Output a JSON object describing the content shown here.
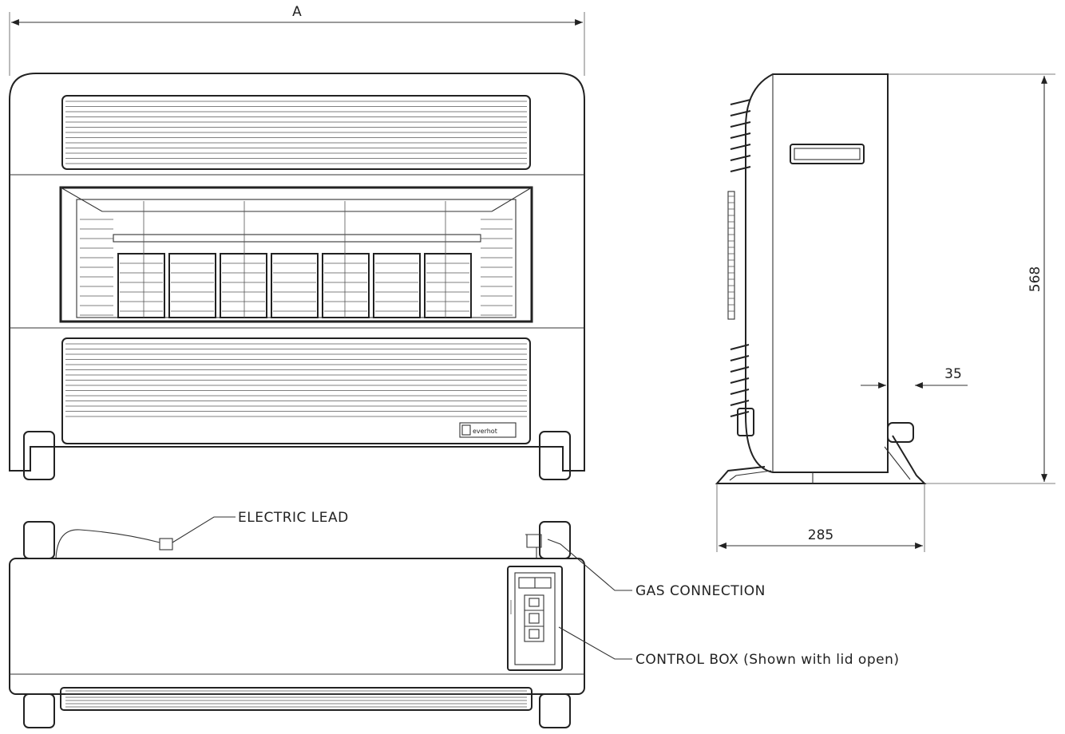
{
  "front_view": {
    "width_dimension_label": "A",
    "badge_text": "everhot"
  },
  "side_view": {
    "height_dimension": "568",
    "depth_dimension": "285",
    "offset_dimension": "35"
  },
  "top_view": {
    "callouts": {
      "electric_lead": "ELECTRIC LEAD",
      "gas_connection": "GAS CONNECTION",
      "control_box": "CONTROL BOX (Shown with lid open)"
    }
  }
}
